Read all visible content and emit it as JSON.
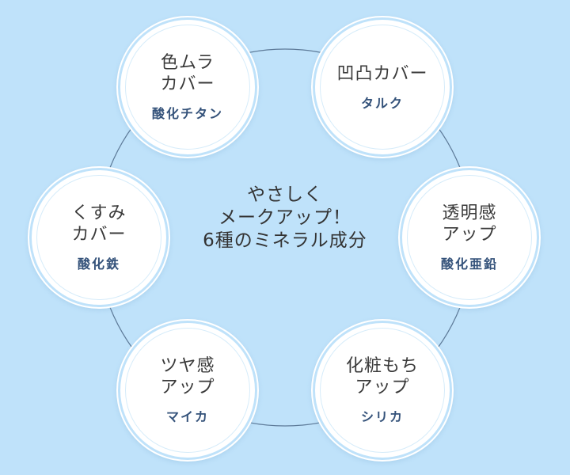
{
  "center": {
    "line1": "やさしく",
    "line2": "メークアップ！",
    "line3": "6種のミネラル成分"
  },
  "nodes": [
    {
      "id": "color-unevenness",
      "line1": "色ムラ",
      "line2": "カバー",
      "sub": "酸化チタン"
    },
    {
      "id": "unevenness",
      "line1": "凹凸カバー",
      "line2": "",
      "sub": "タルク"
    },
    {
      "id": "clarity",
      "line1": "透明感",
      "line2": "アップ",
      "sub": "酸化亜鉛"
    },
    {
      "id": "makeup-lasting",
      "line1": "化粧もち",
      "line2": "アップ",
      "sub": "シリカ"
    },
    {
      "id": "gloss",
      "line1": "ツヤ感",
      "line2": "アップ",
      "sub": "マイカ"
    },
    {
      "id": "dullness",
      "line1": "くすみ",
      "line2": "カバー",
      "sub": "酸化鉄"
    }
  ],
  "colors": {
    "background": "#bfe2fa",
    "circle": "#ffffff",
    "ring_line": "#5d7a98",
    "sub_text": "#34527a",
    "main_text": "#3a3a3a"
  }
}
